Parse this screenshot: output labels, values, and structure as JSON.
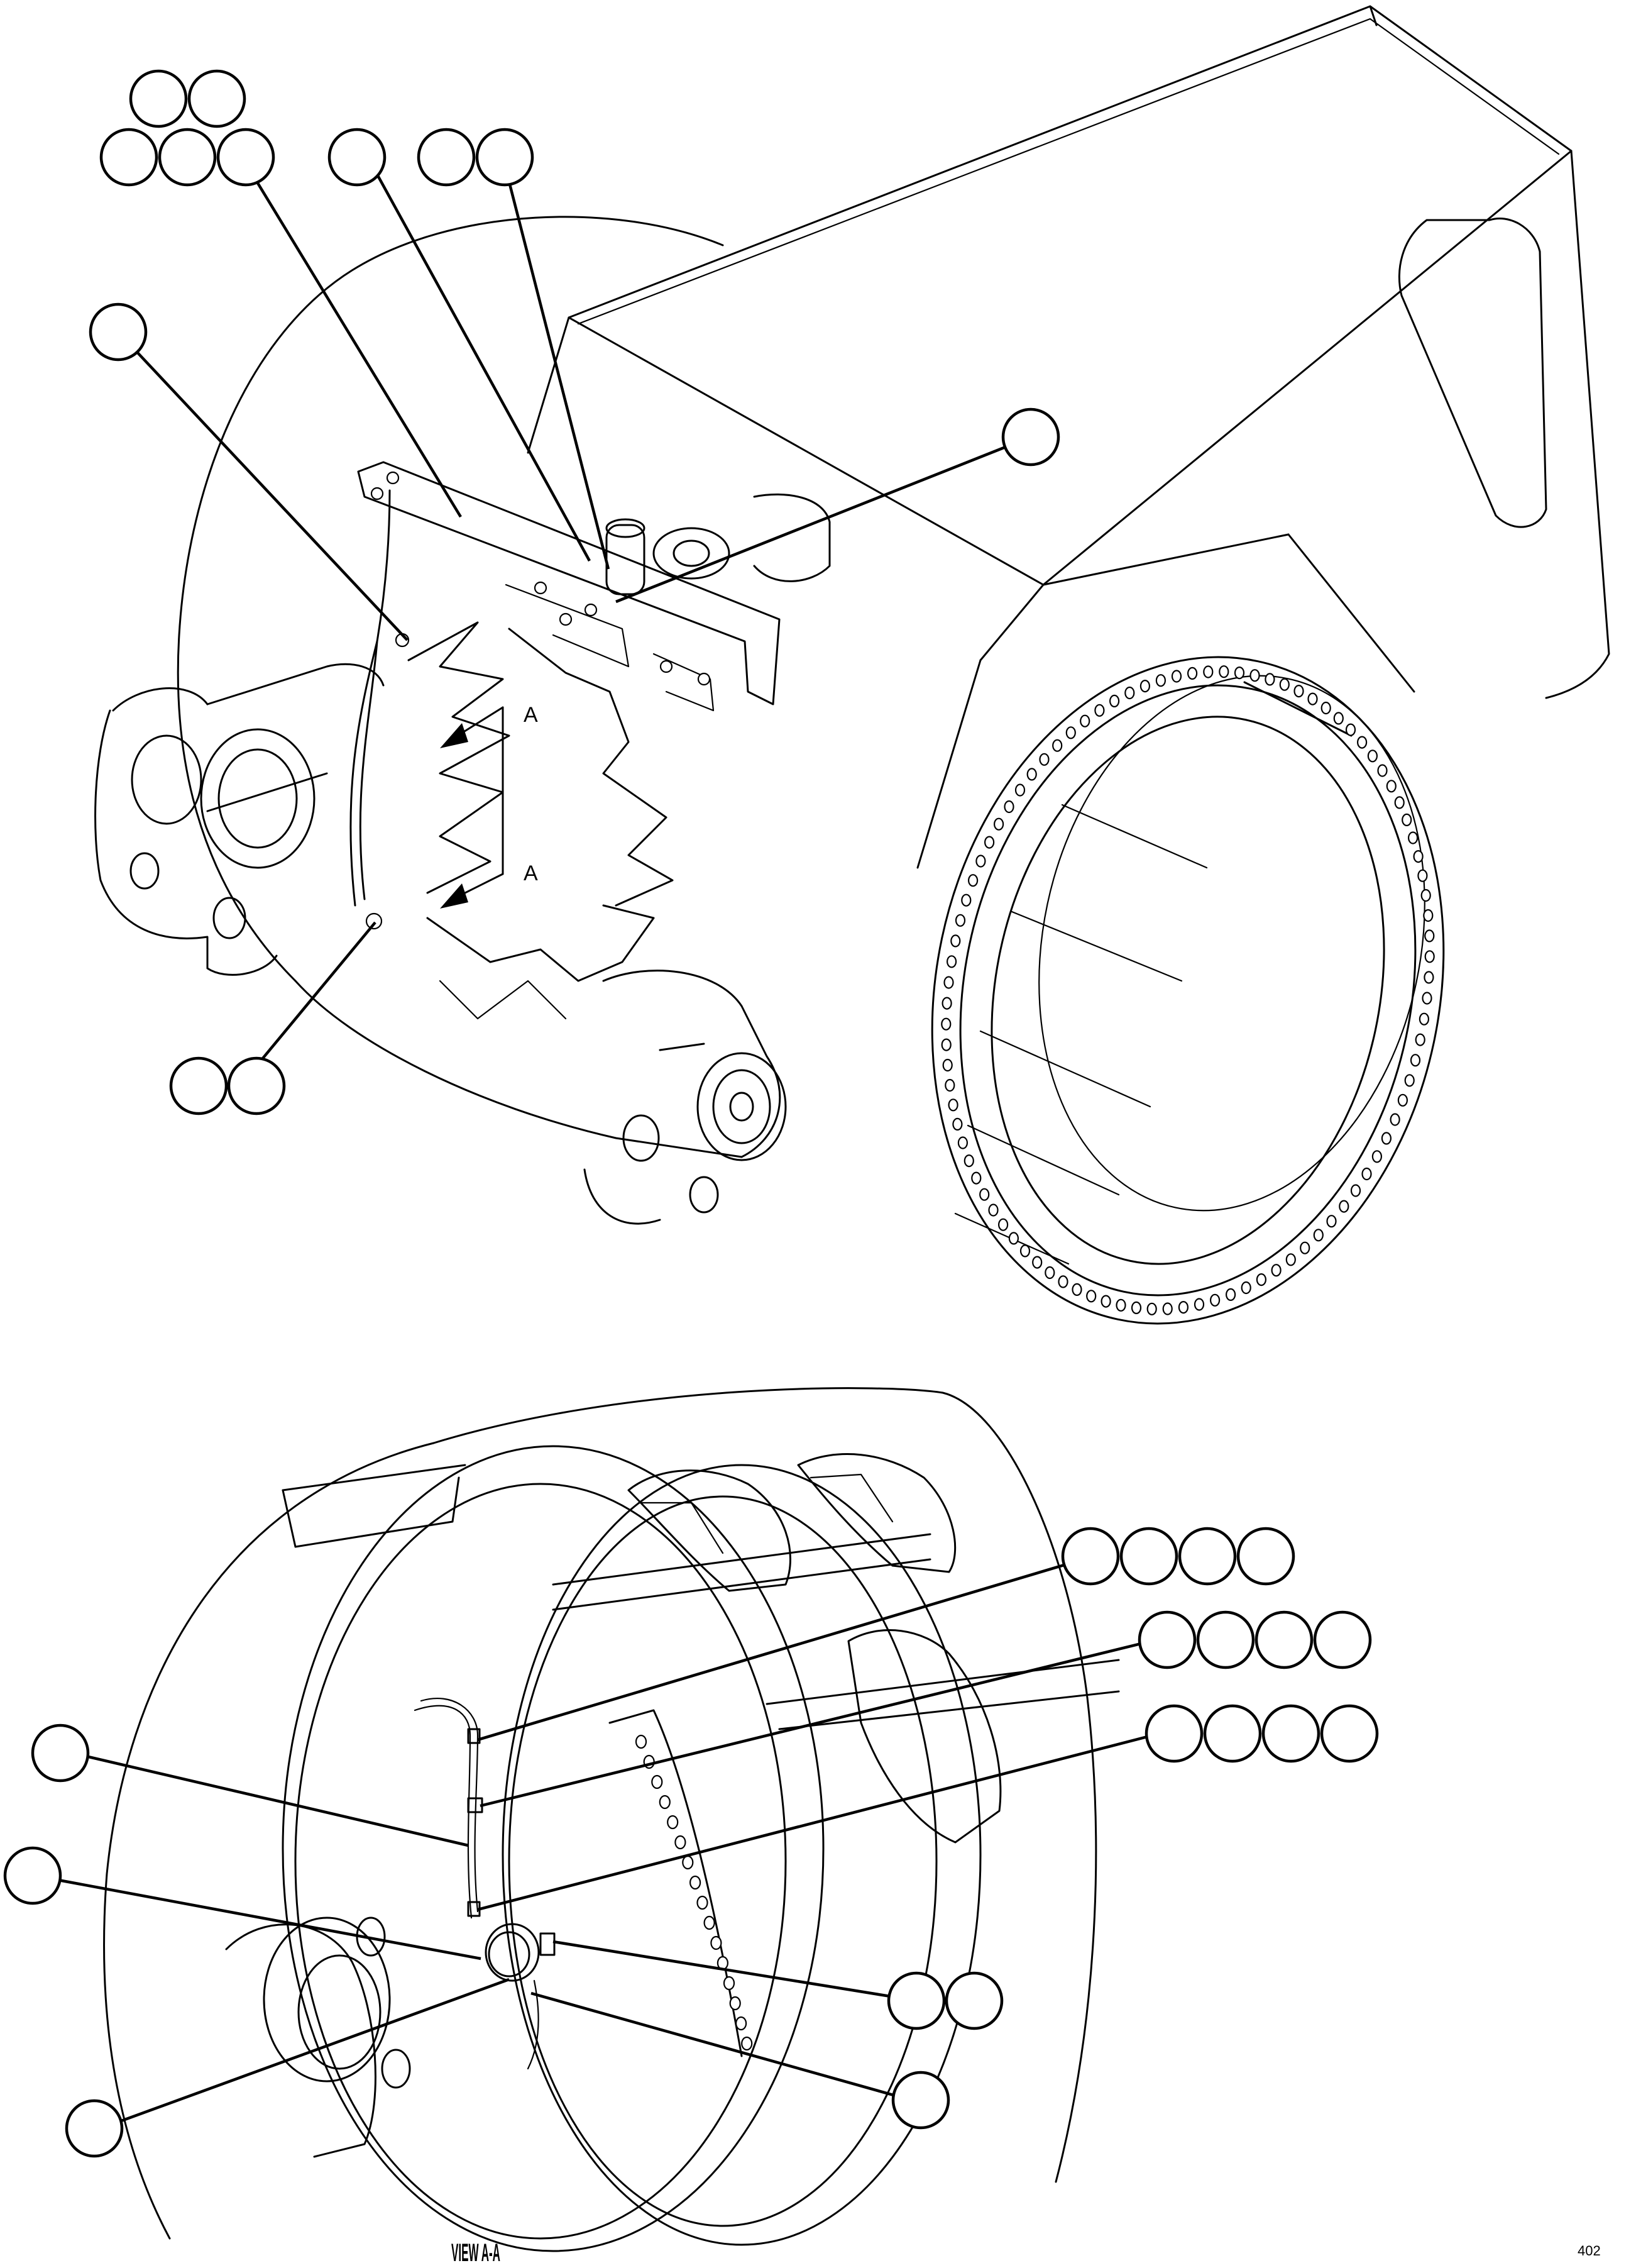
{
  "labels": {
    "section_letter_upper": "A",
    "section_letter_lower": "A",
    "view_caption": "VIEW A-A",
    "corner_id": "402"
  }
}
